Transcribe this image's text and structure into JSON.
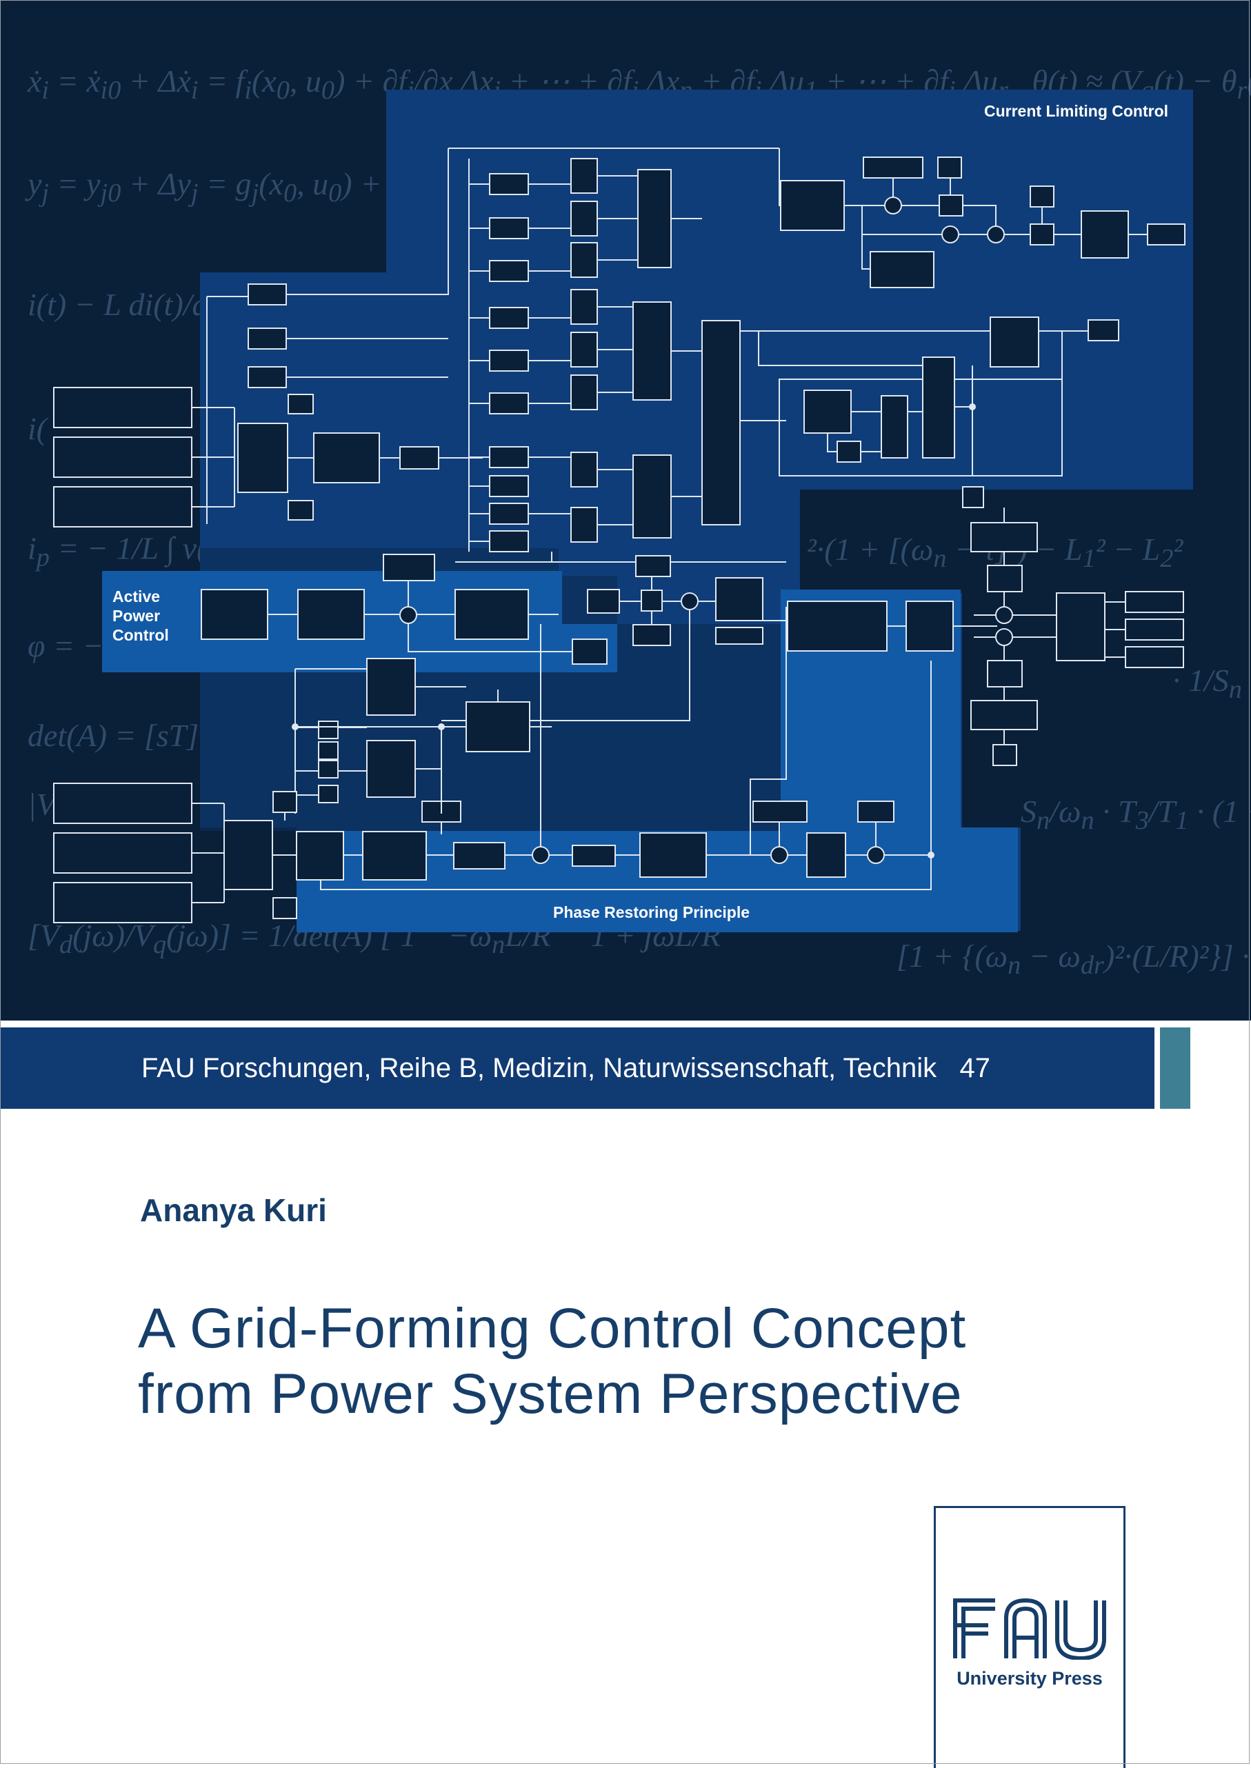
{
  "cover": {
    "regions": {
      "current_limiting": "Current Limiting Control",
      "active_power_line1": "Active",
      "active_power_line2": "Power",
      "active_power_line3": "Control",
      "phase_restoring": "Phase Restoring Principle"
    }
  },
  "series": {
    "name": "FAU Forschungen, Reihe B, Medizin, Naturwissenschaft, Technik",
    "number": "47"
  },
  "book": {
    "author": "Ananya Kuri",
    "title_line1": "A Grid-Forming Control Concept",
    "title_line2": "from Power System Perspective"
  },
  "publisher": {
    "logo_text": "FAU",
    "name": "University Press"
  },
  "colors": {
    "cover_background": "#0a1f38",
    "block_area": "#0f3d79",
    "series_bar": "#103a72",
    "series_accent": "#3e7f94",
    "text_blue": "#173e69"
  }
}
